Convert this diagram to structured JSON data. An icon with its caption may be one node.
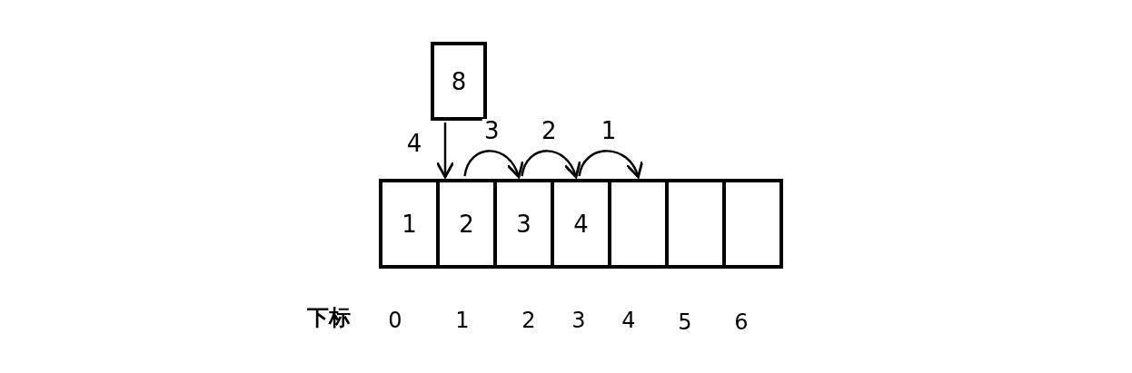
{
  "diagram": {
    "nodes": [
      {
        "text": [
          "8"
        ]
      },
      {
        "text": [
          "1"
        ]
      },
      {
        "text": [
          "2"
        ]
      },
      {
        "text": [
          "3"
        ]
      },
      {
        "text": [
          "4"
        ]
      },
      {
        "text": [],
        "shape": "box"
      },
      {
        "text": [],
        "shape": "box"
      },
      {
        "text": [],
        "shape": "box"
      }
    ],
    "edges": [
      {
        "from": 0,
        "to": 2,
        "arrow": "to",
        "label": "4"
      },
      {
        "from": 2,
        "to": 3,
        "arrow": "to",
        "label": "3"
      },
      {
        "from": 3,
        "to": 4,
        "arrow": "to",
        "label": "2"
      },
      {
        "from": 4,
        "to": 5,
        "arrow": "to",
        "label": "1"
      }
    ],
    "labels": [
      "下标",
      "0",
      "1",
      "2",
      "3",
      "4",
      "5",
      "6"
    ]
  }
}
